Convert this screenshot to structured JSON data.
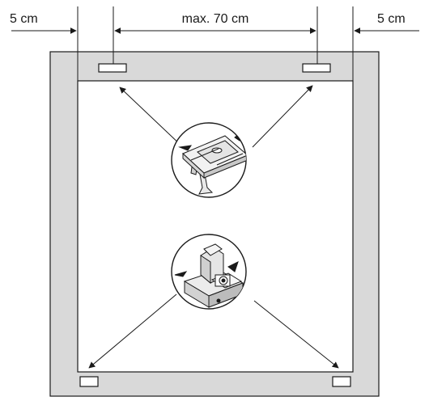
{
  "dimensions": {
    "left_margin": "5 cm",
    "spacing": "max. 70 cm",
    "right_margin": "5 cm"
  },
  "colors": {
    "frame": "#d9d9d9",
    "line": "#1a1a1a",
    "panel": "#ffffff"
  },
  "icons": {
    "top_device": "ceiling-mounted-sensor-icon",
    "bottom_device": "floor-base-unit-icon"
  }
}
